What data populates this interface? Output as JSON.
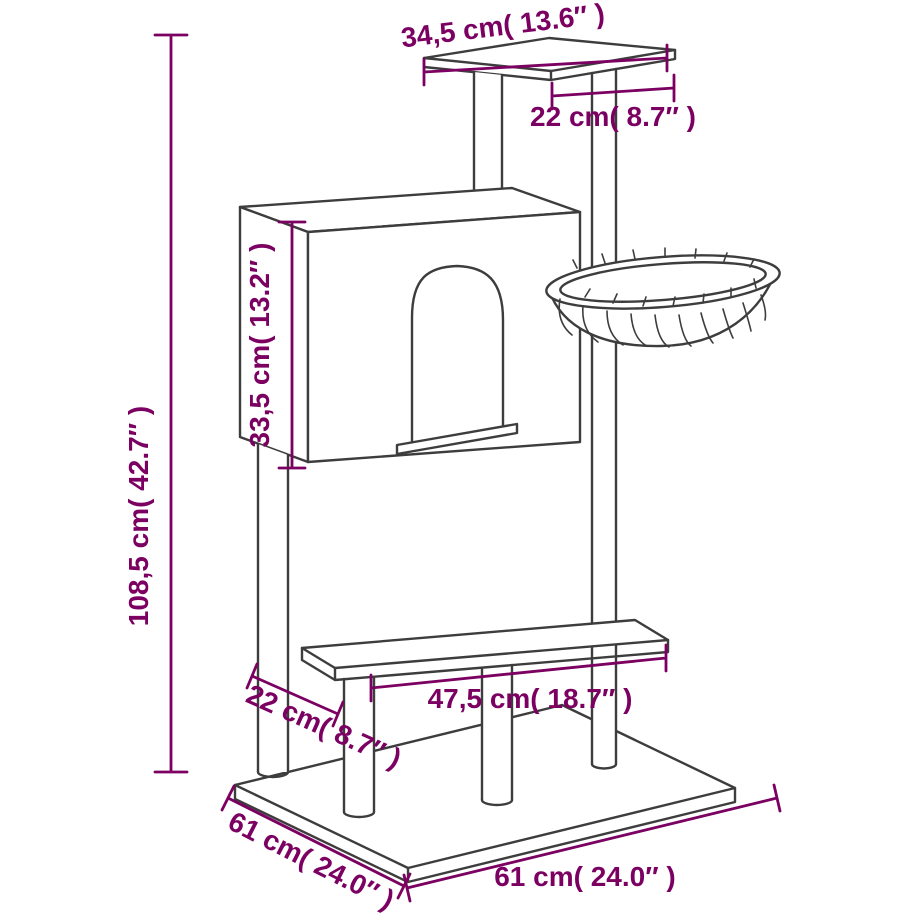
{
  "colors": {
    "dimension_accent": "#7b0061",
    "line_art": "#3d3d3d",
    "background": "#ffffff"
  },
  "diagram": {
    "subject": "cat-tree-dimension-drawing",
    "dim_top_width": "34,5 cm( 13.6″ )",
    "dim_top_depth": "22 cm( 8.7″ )",
    "dim_house_height": "33,5 cm( 13.2″ )",
    "dim_total_height": "108,5 cm( 42.7″ )",
    "dim_mid_platform_width": "47,5 cm( 18.7″ )",
    "dim_mid_platform_depth": "22 cm( 8.7″ )",
    "dim_base_depth": "61 cm( 24.0″ )",
    "dim_base_width": "61 cm( 24.0″ )"
  }
}
